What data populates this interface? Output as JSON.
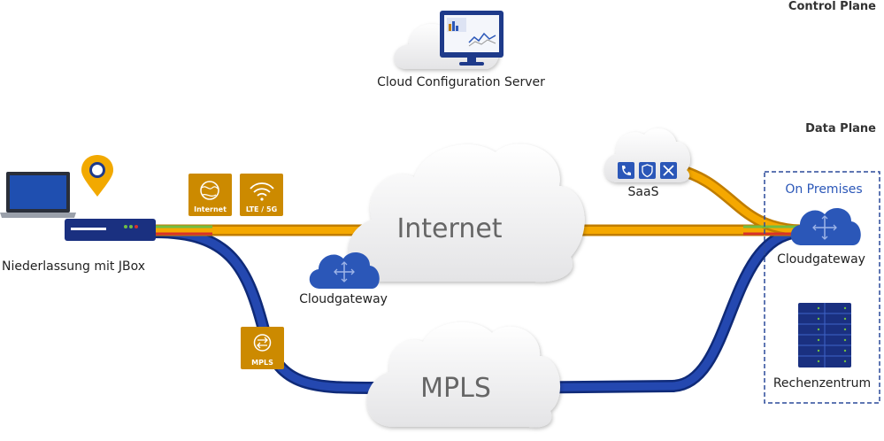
{
  "planes": {
    "control": "Control Plane",
    "data": "Data Plane"
  },
  "control_server": {
    "label": "Cloud Configuration Server"
  },
  "branch": {
    "label": "Niederlassung mit JBox"
  },
  "clouds": {
    "internet": "Internet",
    "mpls": "MPLS",
    "saas": "SaaS"
  },
  "badges": {
    "internet": "Internet",
    "lte": "LTE / 5G",
    "mpls": "MPLS"
  },
  "gateways": {
    "internet_gateway": "Cloudgateway",
    "onprem_gateway": "Cloudgateway"
  },
  "on_premises": {
    "title": "On Premises",
    "datacenter": "Rechenzentrum"
  },
  "colors": {
    "blue_link": "#1f3f9e",
    "orange_link": "#f5a800",
    "green_line": "#6fbe44",
    "red_line": "#d8322a",
    "badge_gold": "#cc8a00",
    "gateway_blue": "#2b57b8",
    "box_border": "#2c4a9a",
    "pin": "#f2a900"
  },
  "icons": [
    "laptop-icon",
    "location-pin-icon",
    "router-icon",
    "globe-icon",
    "wifi-icon",
    "exchange-icon",
    "monitor-chart-icon",
    "phone-icon",
    "shield-icon",
    "tools-icon",
    "server-rack-icon"
  ]
}
